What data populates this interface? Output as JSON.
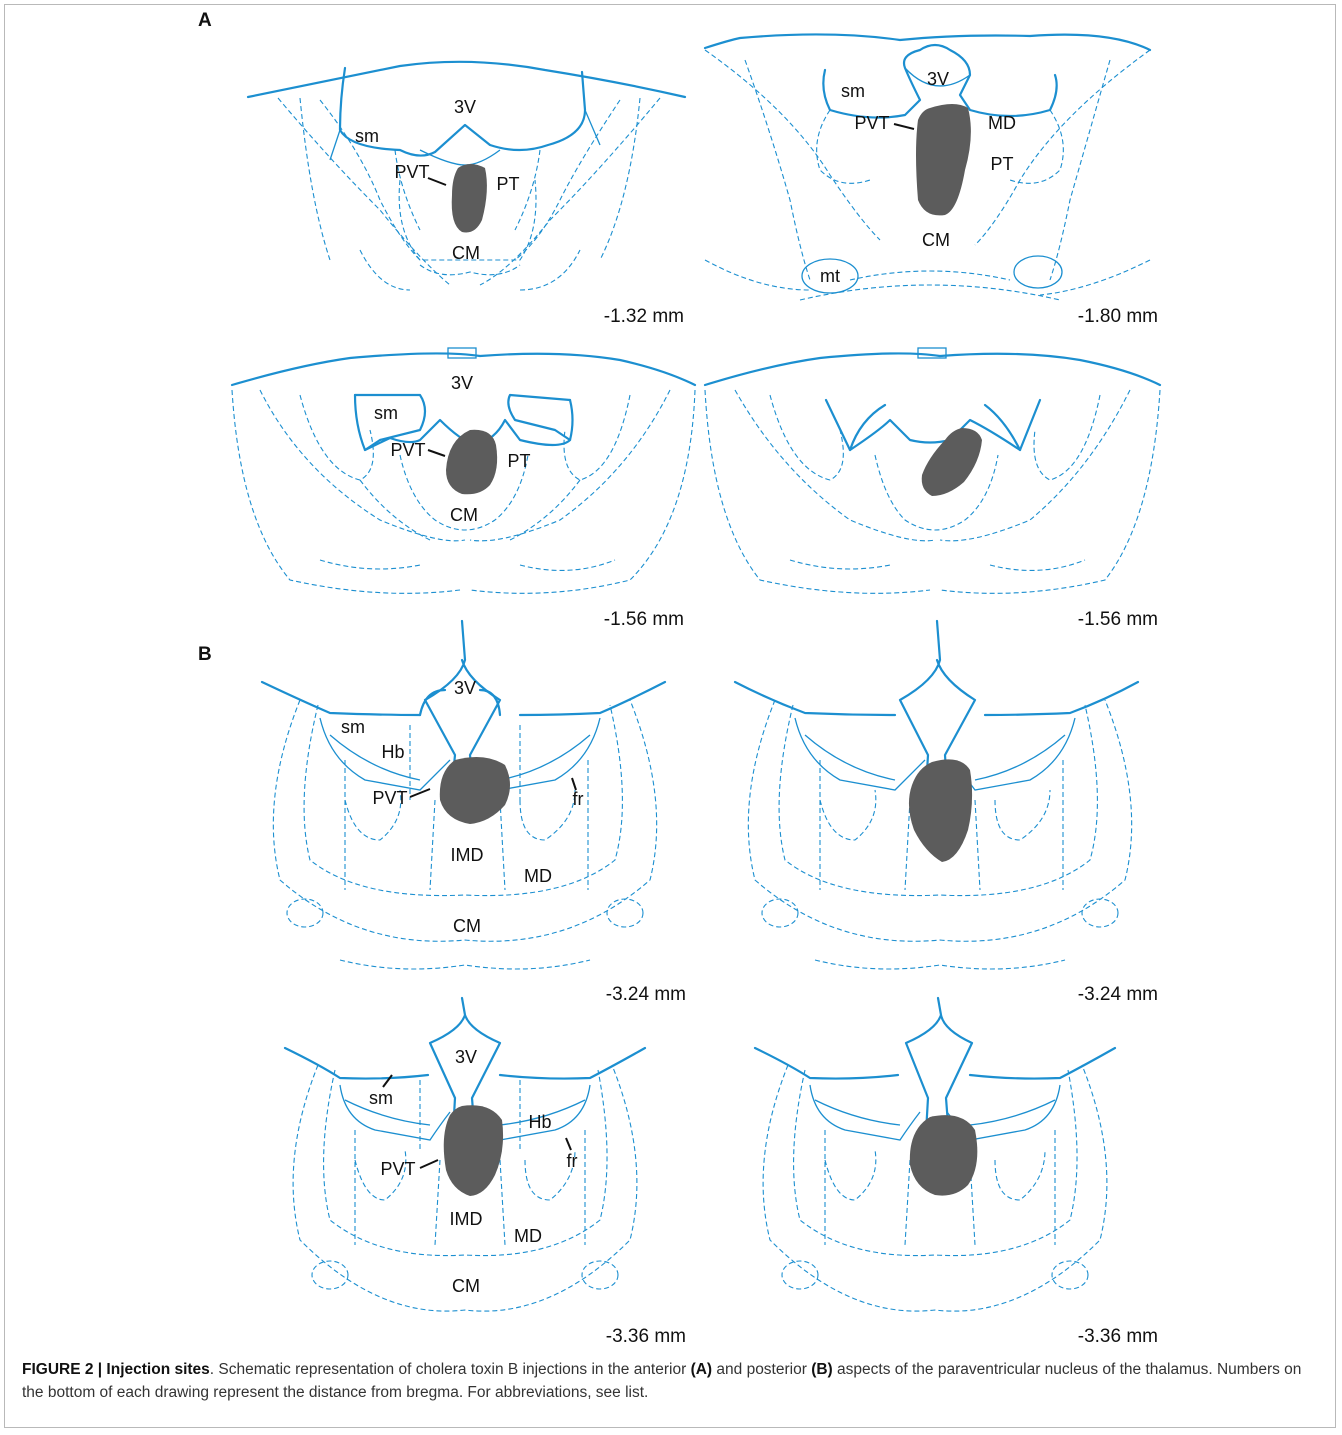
{
  "panels": [
    {
      "letter": "A"
    },
    {
      "letter": "B"
    }
  ],
  "sections": [
    {
      "distance": "-1.32 mm",
      "labels": [
        "3V",
        "sm",
        "PVT",
        "PT",
        "CM"
      ]
    },
    {
      "distance": "-1.80 mm",
      "labels": [
        "3V",
        "sm",
        "PVT",
        "MD",
        "PT",
        "CM",
        "mt"
      ]
    },
    {
      "distance": "-1.56 mm",
      "labels": [
        "3V",
        "sm",
        "PVT",
        "PT",
        "CM"
      ]
    },
    {
      "distance": "-1.56 mm",
      "labels": []
    },
    {
      "distance": "-3.24 mm",
      "labels": [
        "3V",
        "sm",
        "Hb",
        "PVT",
        "fr",
        "IMD",
        "MD",
        "CM"
      ]
    },
    {
      "distance": "-3.24 mm",
      "labels": []
    },
    {
      "distance": "-3.36 mm",
      "labels": [
        "3V",
        "sm",
        "Hb",
        "PVT",
        "fr",
        "IMD",
        "MD",
        "CM"
      ]
    },
    {
      "distance": "-3.36 mm",
      "labels": []
    }
  ],
  "colors": {
    "outline": "#1c8fd0",
    "injection": "#5c5c5c",
    "text": "#111111"
  },
  "caption": {
    "heading": "FIGURE 2 | Injection sites",
    "part1": ". Schematic representation of cholera toxin B injections in the anterior ",
    "panel_a": "(A)",
    "part2": " and posterior ",
    "panel_b": "(B)",
    "part3": " aspects of the paraventricular nucleus of the thalamus. Numbers on the bottom of each drawing represent the distance from bregma. For abbreviations, see list."
  }
}
